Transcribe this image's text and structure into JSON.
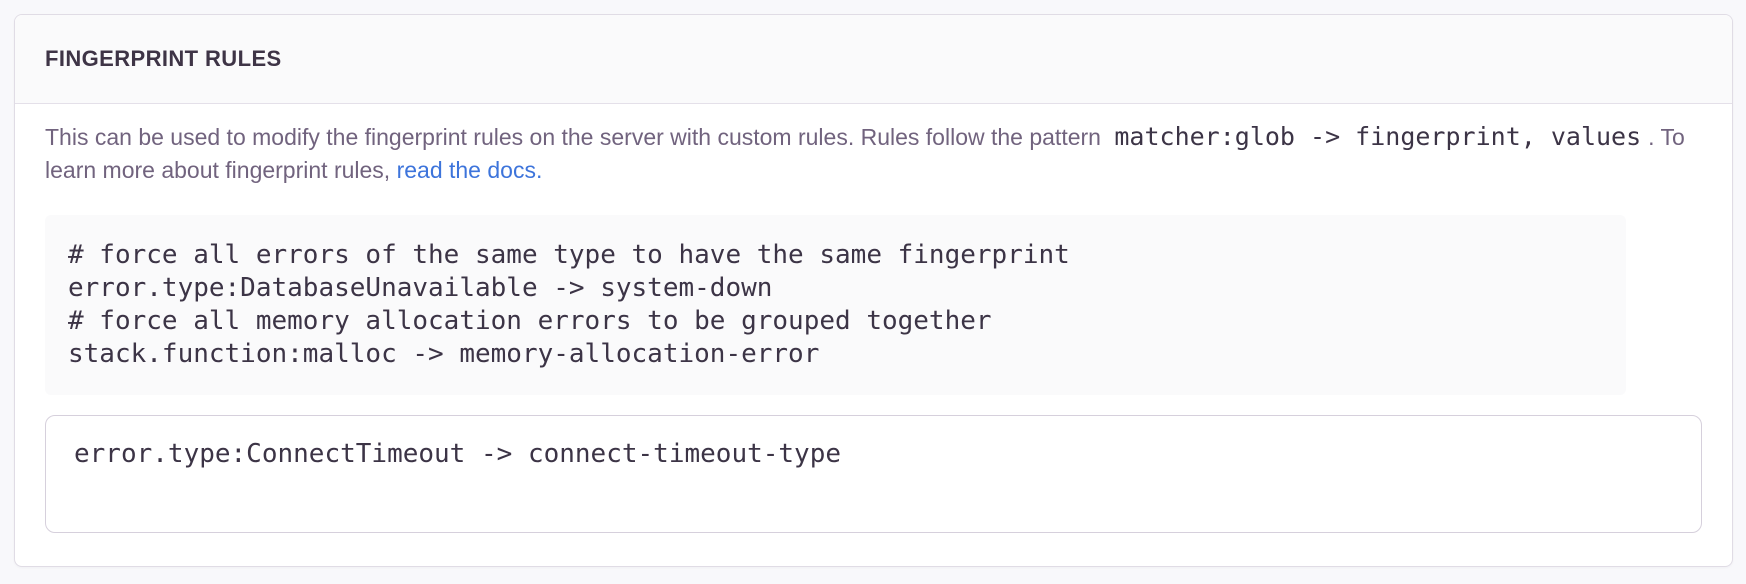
{
  "panel": {
    "header": {
      "title": "FINGERPRINT RULES"
    },
    "description": {
      "text_before_code": "This can be used to modify the fingerprint rules on the server with custom rules. Rules follow the pattern",
      "inline_code": "matcher:glob -> fingerprint, values",
      "text_after_code": ". To learn more about fingerprint rules, ",
      "link_text": "read the docs",
      "text_after_link": "."
    },
    "example_block": {
      "lines": [
        "# force all errors of the same type to have the same fingerprint",
        "error.type:DatabaseUnavailable -> system-down",
        "# force all memory allocation errors to be grouped together",
        "stack.function:malloc -> memory-allocation-error"
      ]
    },
    "rules_input": {
      "value": "error.type:ConnectTimeout -> connect-timeout-type"
    }
  },
  "colors": {
    "page_background": "#f8f8fb",
    "card_background": "#ffffff",
    "card_border": "#e0dce5",
    "header_background": "#fafafb",
    "heading_text": "#3e3446",
    "body_text": "#71637e",
    "code_text": "#3c3446",
    "link": "#3d74db",
    "example_block_background": "#fafafb",
    "input_border": "#d6d0dc"
  }
}
